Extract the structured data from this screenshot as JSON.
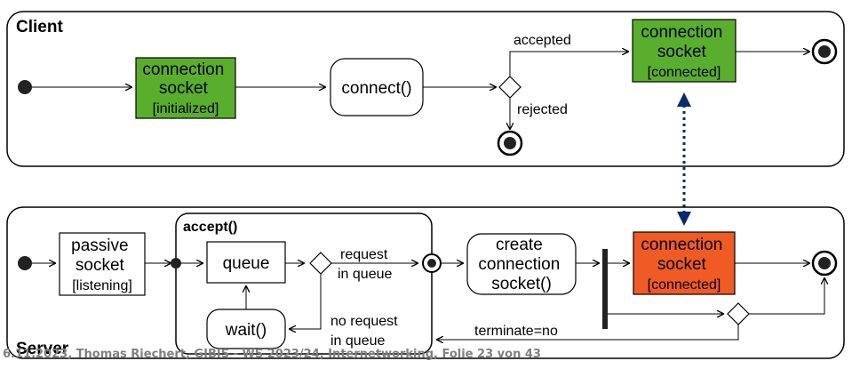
{
  "client": {
    "title": "Client",
    "connect_socket_init": [
      "connection",
      "socket",
      "[initialized]"
    ],
    "connect_call": "connect()",
    "accepted_label": "accepted",
    "rejected_label": "rejected",
    "connected_socket": [
      "connection",
      "socket",
      "[connected]"
    ]
  },
  "server": {
    "title": "Server",
    "passive_socket": [
      "passive",
      "socket",
      "[listening]"
    ],
    "accept_title": "accept()",
    "queue_label": "queue",
    "wait_label": "wait()",
    "request_label": [
      "request",
      "in queue"
    ],
    "no_request_label": [
      "no request",
      "in queue"
    ],
    "create_socket": [
      "create",
      "connection",
      "socket()"
    ],
    "connected_socket": [
      "connection",
      "socket",
      "[connected]"
    ],
    "terminate_label": "terminate=no"
  },
  "footer": "6.11.2023, Thomas Riechert, GIBIS - WS 2023/24, Internetworking, Folie 23 von 43",
  "colors": {
    "green": "#5aae2e",
    "orange": "#f05a24",
    "link_blue": "#0b2a6e"
  }
}
